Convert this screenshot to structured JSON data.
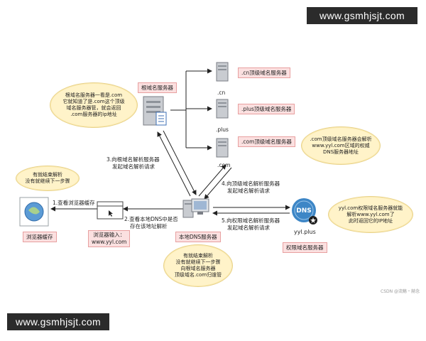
{
  "watermark": {
    "top": "www.gsmhjsjt.com",
    "bottom": "www.gsmhjsjt.com"
  },
  "servers": {
    "root": "根域名服务器",
    "cn_tld": ".cn顶级域名服务器",
    "plus_tld": ".plus顶级域名服务器",
    "com_tld": ".com顶级域名服务器",
    "local": "本地DNS服务器",
    "authoritative": "权限域名服务器"
  },
  "nodes": {
    "cn": ".cn",
    "plus": ".plus",
    "com": ".com",
    "yylplus": "yyl.plus",
    "dns_icon": "DNS"
  },
  "boxes": {
    "browser_cache": "浏览器缓存",
    "browser_input_line1": "浏览器输入：",
    "browser_input_line2": "www.yyl.com"
  },
  "steps": {
    "s1": "1.查看浏览器缓存",
    "s2_line1": "2.查看本地DNS中是否",
    "s2_line2": "存在该地址解析",
    "s3_line1": "3.向根域名解析服务器",
    "s3_line2": "发起域名解析请求",
    "s4_line1": "4.向顶级域名解析服务器",
    "s4_line2": "发起域名解析请求",
    "s5_line1": "5.向权限域名解析服务器",
    "s5_line2": "发起域名解析请求"
  },
  "clouds": {
    "root_note": "根域名服务器一看是.com\n它就知道了是.com这个顶级\n域名服务器管，就会返回\n.com服务器的ip地址",
    "com_note": ".com顶级域名服务器会解析\nwww.yyl.com区域的权威\nDNS服务器地址",
    "cache_note": "有就结束解析\n没有就继续下一步骤",
    "auth_note": "yyl.com权限域名服务器就能\n解析www.yyl.com了\n此时返回它的IP地址",
    "local_note": "有就结束解析\n没有就继续下一步骤\n向根域名服务器\n顶级域名.com归谁管"
  },
  "credit": "CSDN @流觞・赫念",
  "colors": {
    "pink_fill": "#fbe0e0",
    "pink_border": "#e8a0a0",
    "cloud_fill": "#fff3c9",
    "dns_blue": "#3d86c6"
  }
}
